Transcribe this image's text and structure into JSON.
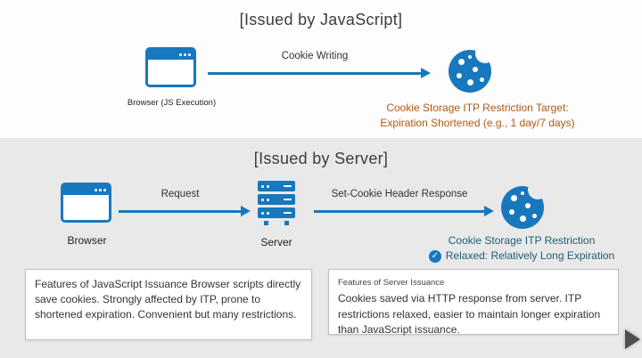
{
  "top_section": {
    "title": "[Issued by JavaScript]",
    "flow": {
      "browser_label": "Browser (JS Execution)",
      "arrow_label": "Cookie Writing"
    },
    "result": {
      "line1": "Cookie Storage ITP Restriction Target:",
      "line2": "Expiration Shortened (e.g., 1 day/7 days)"
    }
  },
  "bottom_section": {
    "title": "[Issued by Server]",
    "flow": {
      "browser_label": "Browser",
      "request_label": "Request",
      "server_label": "Server",
      "response_label": "Set-Cookie Header Response"
    },
    "result": {
      "line1": "Cookie Storage ITP Restriction",
      "line2": "Relaxed: Relatively Long Expiration",
      "check_glyph": "✓"
    }
  },
  "notes": {
    "javascript": {
      "body": "Features of JavaScript Issuance Browser scripts directly save cookies. Strongly affected by ITP, prone to shortened expiration. Convenient but many restrictions."
    },
    "server": {
      "title": "Features of Server Issuance",
      "body": "Cookies saved via HTTP response from server. ITP restrictions relaxed, easier to maintain longer expiration than JavaScript issuance."
    }
  },
  "colors": {
    "accent_blue": "#1878be",
    "restriction_orange": "#b05a10",
    "relaxed_teal": "#1c6073"
  }
}
